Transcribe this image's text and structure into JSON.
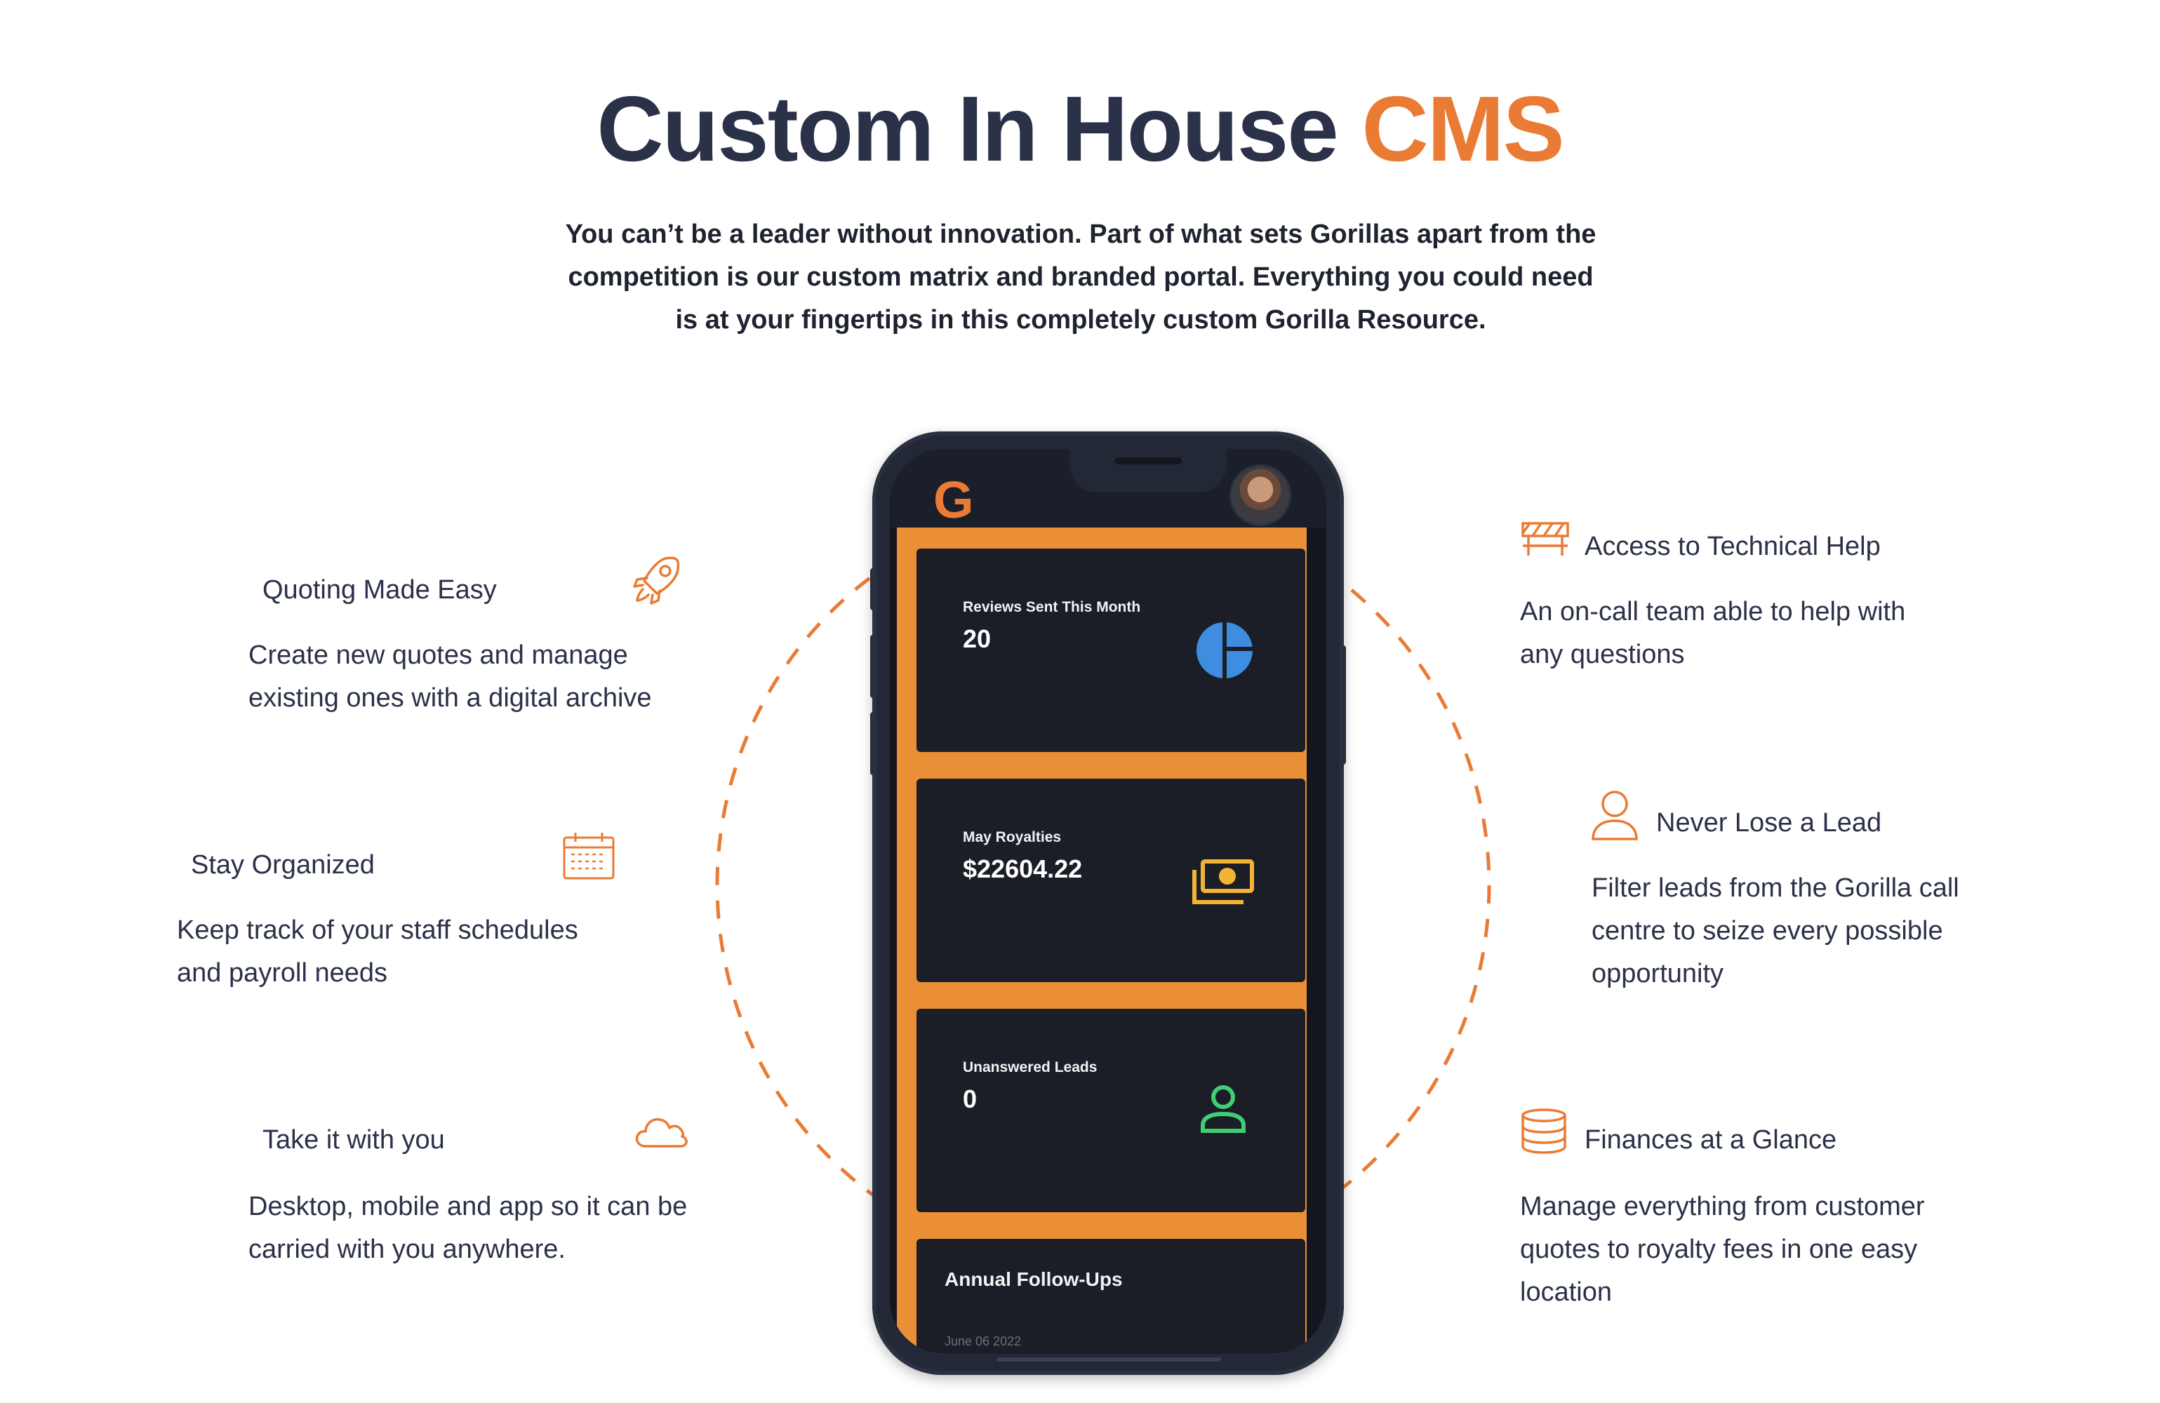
{
  "headline": {
    "main": "Custom In House",
    "accent": "CMS"
  },
  "intro": "You can’t be a leader without innovation. Part of what sets Gorillas apart from the competition is our custom matrix and branded portal. Everything you could need is at your fingertips in this completely custom Gorilla Resource.",
  "features_left": [
    {
      "title": "Quoting Made Easy",
      "description": "Create new quotes and manage existing ones with a digital archive",
      "icon": "rocket-icon"
    },
    {
      "title": "Stay Organized",
      "description": "Keep track of your staff schedules and payroll needs",
      "icon": "calendar-icon"
    },
    {
      "title": "Take it with you",
      "description": "Desktop, mobile and app so it can be carried with you anywhere.",
      "icon": "cloud-icon"
    }
  ],
  "features_right": [
    {
      "title": "Access to Technical Help",
      "description": "An on-call team able to help with any questions",
      "icon": "barrier-icon"
    },
    {
      "title": "Never Lose a Lead",
      "description": "Filter leads from the Gorilla call centre to seize every possible opportunity",
      "icon": "user-icon"
    },
    {
      "title": "Finances at a Glance",
      "description": "Manage everything from customer quotes to royalty fees in one easy location",
      "icon": "database-icon"
    }
  ],
  "phone_app": {
    "logo": "G",
    "cards": [
      {
        "label": "Reviews Sent This Month",
        "value": "20",
        "icon": "pie-chart-icon"
      },
      {
        "label": "May Royalties",
        "value": "$22604.22",
        "icon": "money-icon"
      },
      {
        "label": "Unanswered Leads",
        "value": "0",
        "icon": "user-icon"
      }
    ],
    "followups": {
      "title": "Annual Follow-Ups",
      "date": "June 06 2022"
    }
  },
  "colors": {
    "accent": "#ea7b35",
    "navy": "#2b3148",
    "phone_orange": "#ea8f35",
    "card_bg": "#1b1e27",
    "pie_blue": "#3f8de0",
    "money_yellow": "#f2b434",
    "lead_green": "#3fcf73"
  }
}
